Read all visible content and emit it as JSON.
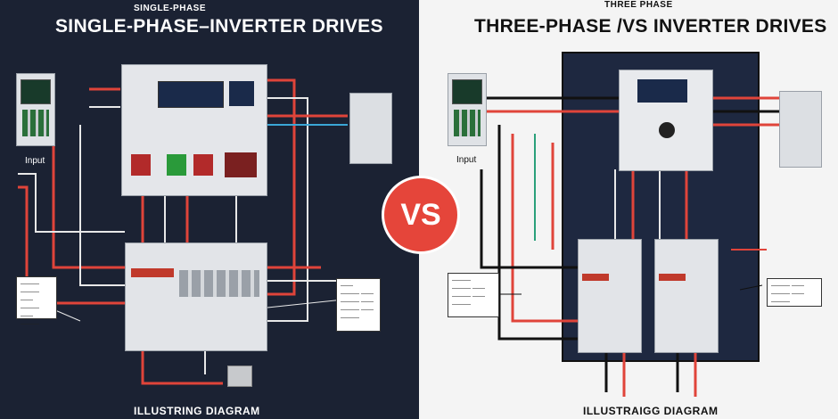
{
  "left": {
    "small_title": "SINGLE-PHASE",
    "title": "SINGLE-PHASE–INVERTER DRIVES",
    "input_label": "Input",
    "footer": "ILLUSTRING DIAGRAM",
    "colors": {
      "background": "#1b2233",
      "title": "#ffffff",
      "wire_red": "#e0443a",
      "wire_white": "#e8e8e8"
    }
  },
  "right": {
    "small_title": "THREE PHASE",
    "title": "THREE-PHASE /VS INVERTER DRIVES",
    "input_label": "Input",
    "footer": "ILLUSTRAIGG DIAGRAM",
    "colors": {
      "background": "#f4f4f4",
      "title": "#111111",
      "panel": "#1e2840"
    }
  },
  "vs": {
    "label": "VS",
    "color": "#e5453a"
  }
}
